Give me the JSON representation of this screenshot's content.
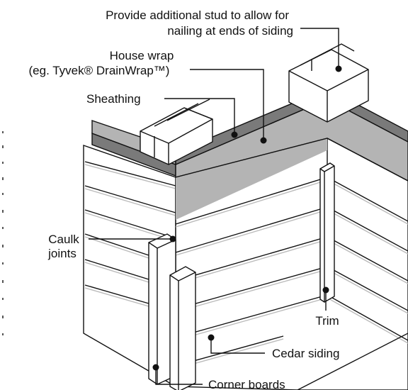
{
  "labels": {
    "stud_line1": "Provide additional stud to allow for",
    "stud_line2": "nailing at ends of siding",
    "wrap_line1": "House wrap",
    "wrap_line2": "(eg. Tyvek® DrainWrap™)",
    "sheathing": "Sheathing",
    "caulk_line1": "Caulk",
    "caulk_line2": "joints",
    "trim": "Trim",
    "cedar_siding": "Cedar siding",
    "corner_boards": "Corner boards"
  },
  "colors": {
    "line": "#111111",
    "sheathing_gray": "#b4b4b4",
    "house_wrap_gray": "#7a7a7a",
    "siding_white": "#ffffff",
    "siding_shadow": "#dcdcdc"
  }
}
